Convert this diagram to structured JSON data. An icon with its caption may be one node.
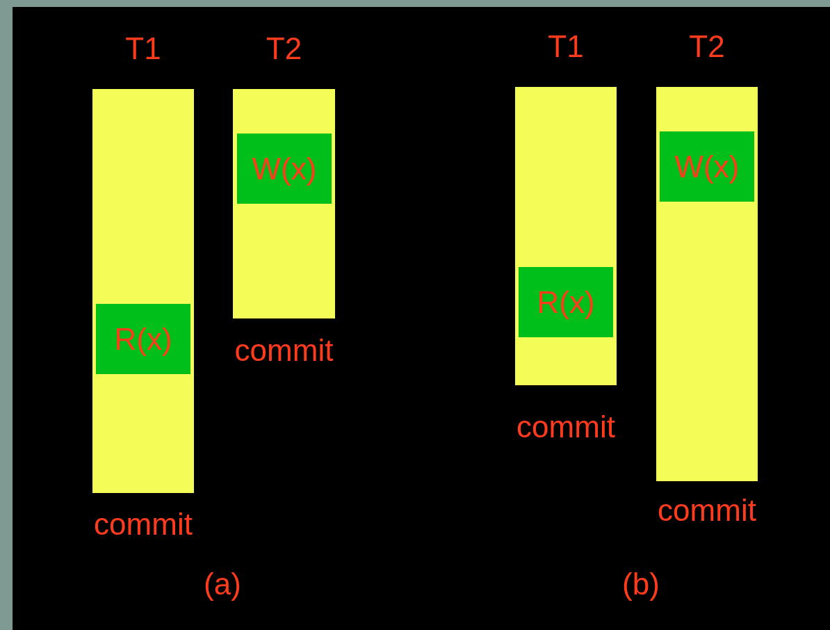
{
  "diagram": {
    "nodes": [
      {
        "text": [
          "T1"
        ],
        "beside": [
          "commit"
        ]
      },
      {
        "text": [
          "R(x)"
        ],
        "in": 0
      },
      {
        "text": [
          "T2"
        ],
        "beside": [
          "commit"
        ]
      },
      {
        "text": [
          "W(x)"
        ],
        "in": 2
      },
      {
        "text": [
          "T1"
        ],
        "beside": [
          "commit"
        ]
      },
      {
        "text": [
          "R(x)"
        ],
        "in": 4
      },
      {
        "text": [
          "T2"
        ],
        "beside": [
          "commit"
        ]
      },
      {
        "text": [
          "W(x)"
        ],
        "in": 6
      }
    ],
    "labels": [
      "(a)",
      "(b)"
    ]
  }
}
